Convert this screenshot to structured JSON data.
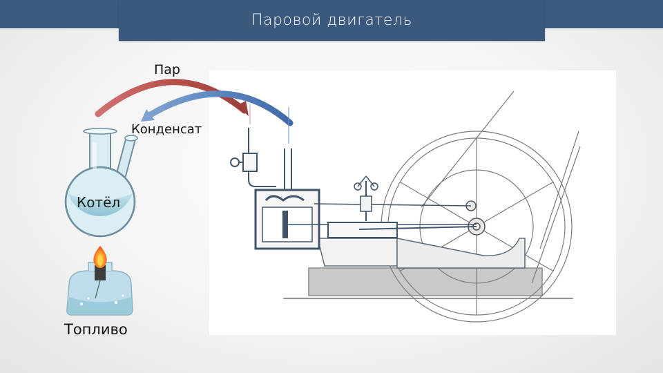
{
  "header": {
    "title": "Паровой двигатель"
  },
  "diagram": {
    "steam_label": "Пар",
    "condensate_label": "Конденсат",
    "boiler_label": "Котёл",
    "fuel_label": "Топливо"
  },
  "colors": {
    "header_bg": "#3b587e",
    "steam_arrow": "#c0504d",
    "condensate_arrow": "#4f81bd",
    "flask_water": "#a9d3e0",
    "engine_stroke": "#5a6b7a"
  },
  "icons": [
    "flask-icon",
    "burner-icon",
    "flame-icon",
    "steam-engine-illustration"
  ]
}
